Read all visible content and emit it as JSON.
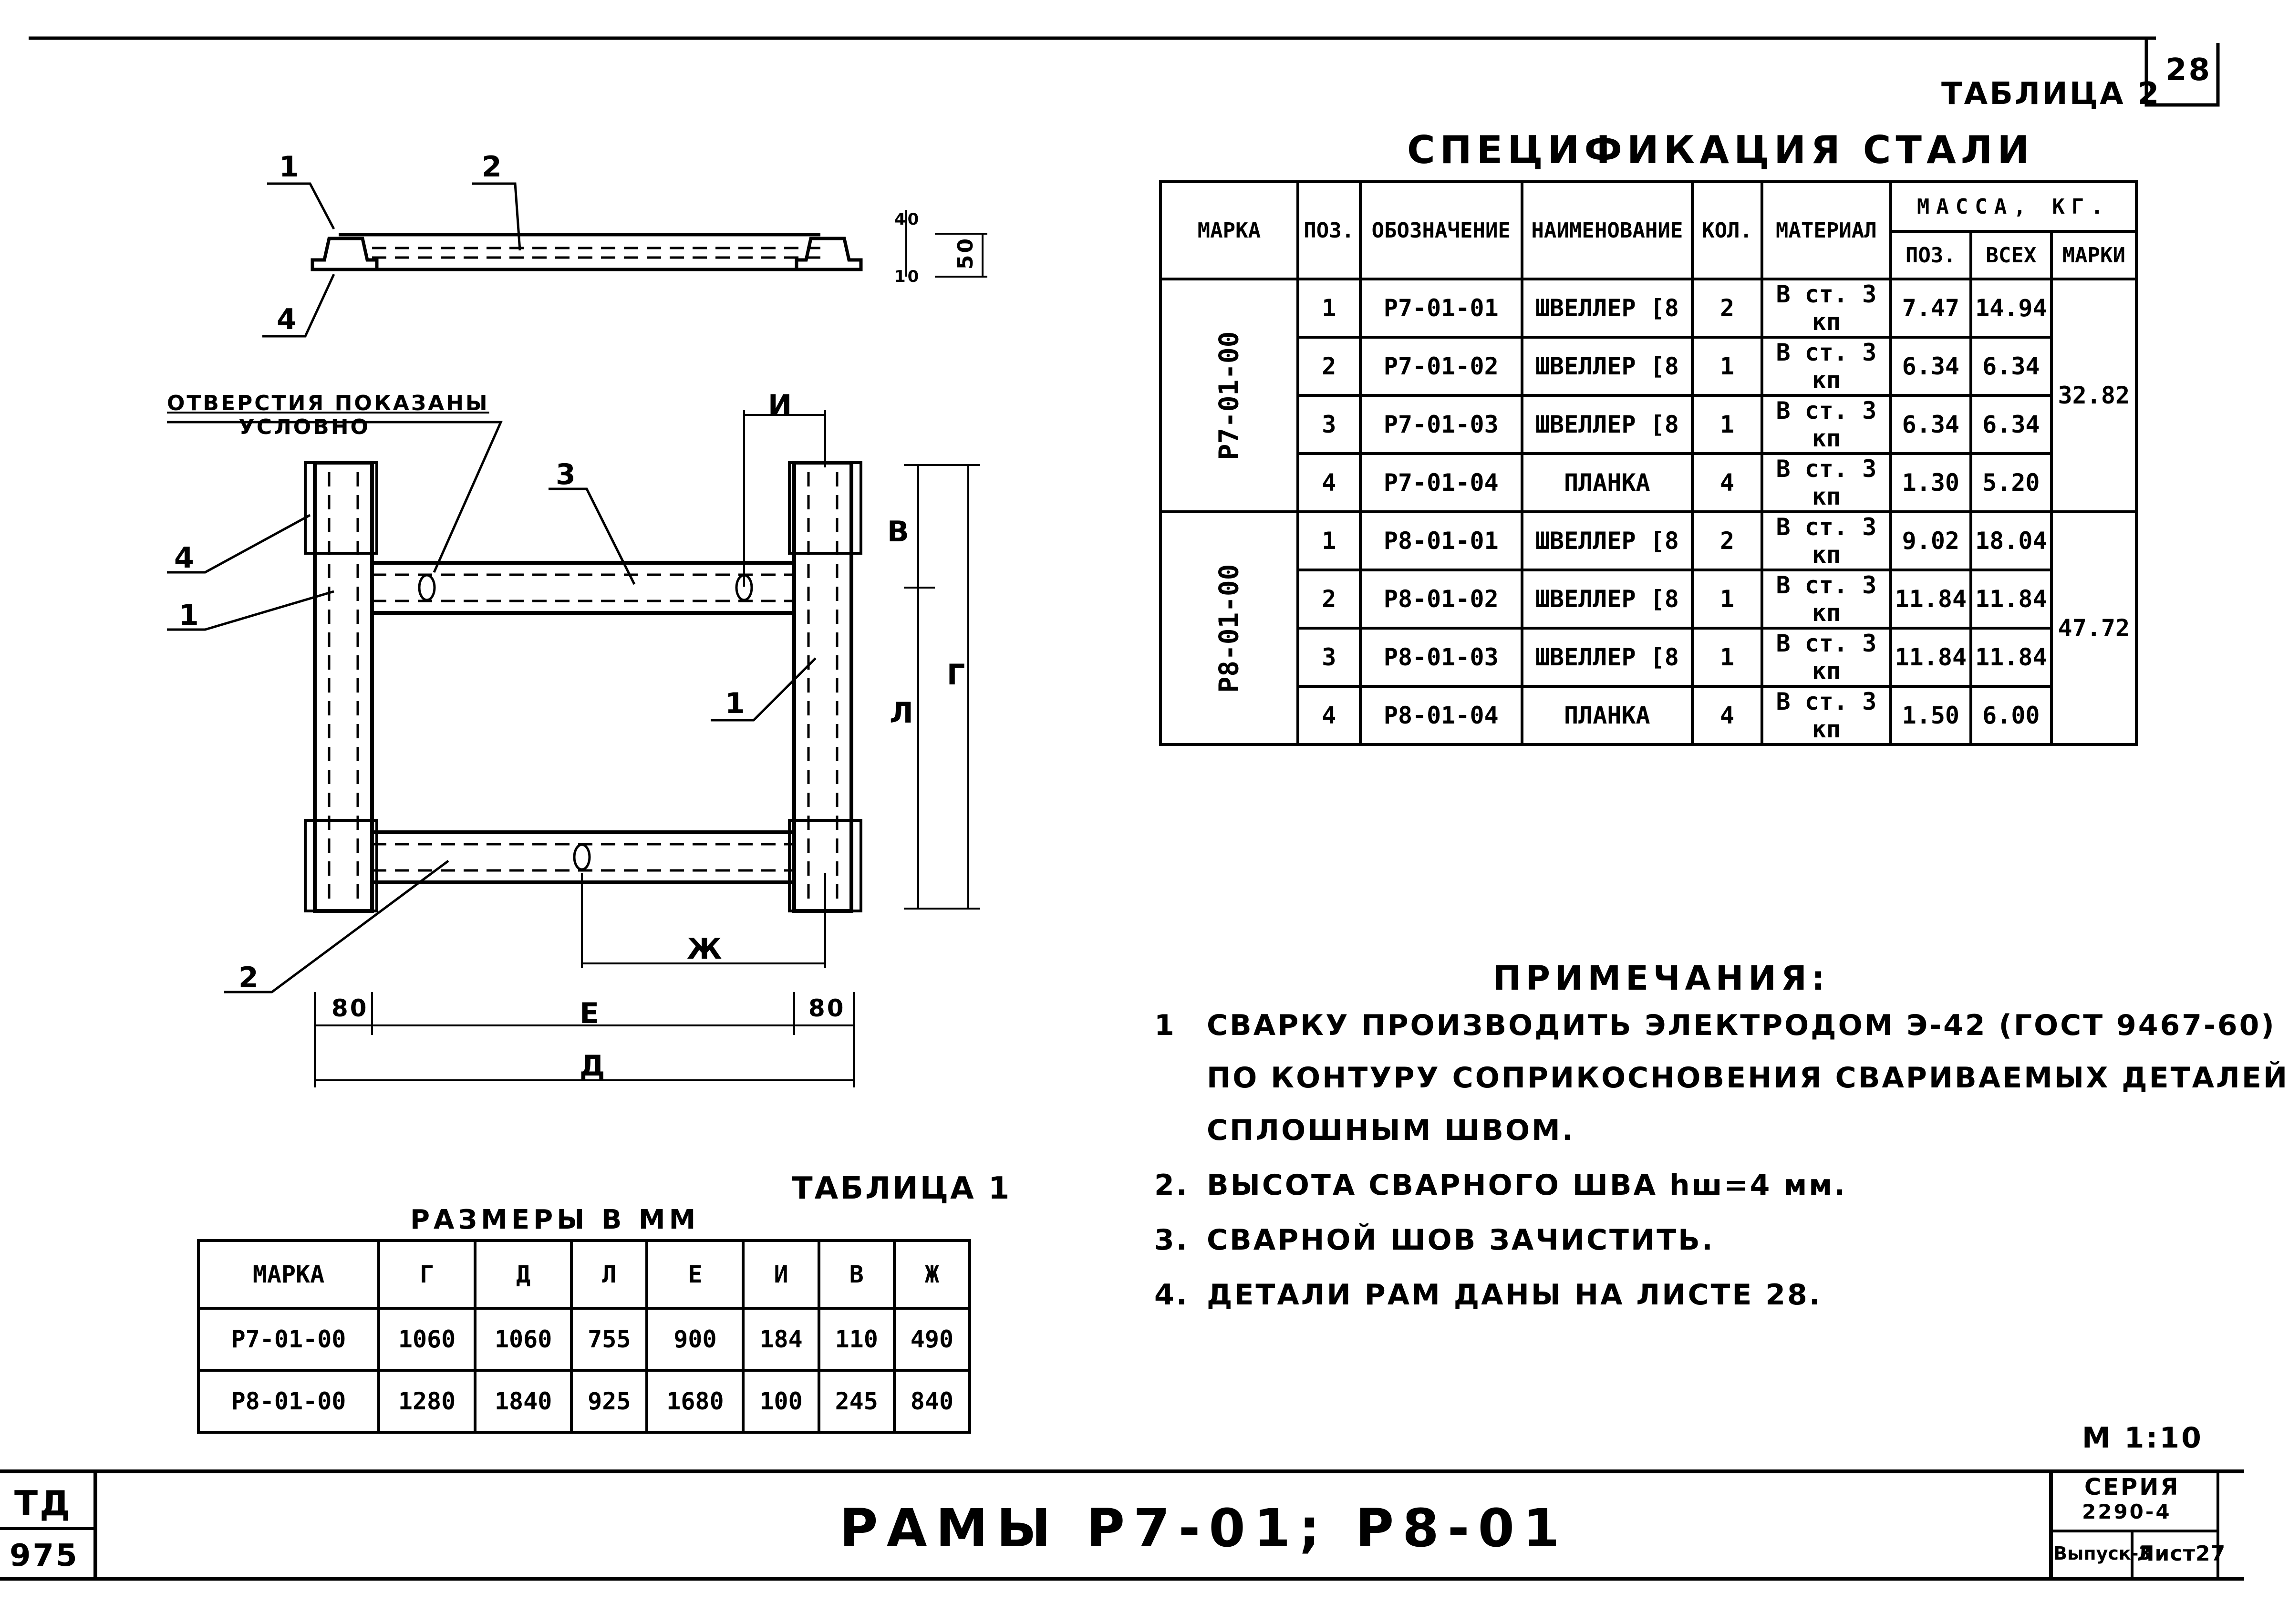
{
  "sheet_number": "28",
  "table2_label": "ТАБЛИЦА 2",
  "spec_title": "СПЕЦИФИКАЦИЯ СТАЛИ",
  "spec": {
    "headers": {
      "mark": "МАРКА",
      "pos": "ПОЗ.",
      "designation": "ОБОЗНАЧЕНИЕ",
      "name": "НАИМЕНОВАНИЕ",
      "qty": "КОЛ.",
      "material": "МАТЕРИАЛ",
      "mass": "МАССА, КГ.",
      "mass_pos": "ПОЗ.",
      "mass_all": "ВСЕХ",
      "mass_mark": "МАРКИ"
    },
    "groups": [
      {
        "mark": "Р7-01-00",
        "mark_mass": "32.82",
        "rows": [
          {
            "pos": "1",
            "designation": "Р7-01-01",
            "name": "ШВЕЛЛЕР [8",
            "qty": "2",
            "material": "В ст. 3 кп",
            "mass_pos": "7.47",
            "mass_all": "14.94"
          },
          {
            "pos": "2",
            "designation": "Р7-01-02",
            "name": "ШВЕЛЛЕР [8",
            "qty": "1",
            "material": "В ст. 3 кп",
            "mass_pos": "6.34",
            "mass_all": "6.34"
          },
          {
            "pos": "3",
            "designation": "Р7-01-03",
            "name": "ШВЕЛЛЕР [8",
            "qty": "1",
            "material": "В ст. 3 кп",
            "mass_pos": "6.34",
            "mass_all": "6.34"
          },
          {
            "pos": "4",
            "designation": "Р7-01-04",
            "name": "ПЛАНКА",
            "qty": "4",
            "material": "В ст. 3 кп",
            "mass_pos": "1.30",
            "mass_all": "5.20"
          }
        ]
      },
      {
        "mark": "Р8-01-00",
        "mark_mass": "47.72",
        "rows": [
          {
            "pos": "1",
            "designation": "Р8-01-01",
            "name": "ШВЕЛЛЕР [8",
            "qty": "2",
            "material": "В ст. 3 кп",
            "mass_pos": "9.02",
            "mass_all": "18.04"
          },
          {
            "pos": "2",
            "designation": "Р8-01-02",
            "name": "ШВЕЛЛЕР [8",
            "qty": "1",
            "material": "В ст. 3 кп",
            "mass_pos": "11.84",
            "mass_all": "11.84"
          },
          {
            "pos": "3",
            "designation": "Р8-01-03",
            "name": "ШВЕЛЛЕР [8",
            "qty": "1",
            "material": "В ст. 3 кп",
            "mass_pos": "11.84",
            "mass_all": "11.84"
          },
          {
            "pos": "4",
            "designation": "Р8-01-04",
            "name": "ПЛАНКА",
            "qty": "4",
            "material": "В ст. 3 кп",
            "mass_pos": "1.50",
            "mass_all": "6.00"
          }
        ]
      }
    ]
  },
  "drawing": {
    "holes_note_line1": "ОТВЕРСТИЯ ПОКАЗАНЫ",
    "holes_note_line2": "УСЛОВНО",
    "callouts": [
      "1",
      "2",
      "3",
      "4"
    ],
    "dim_letters": {
      "I": "И",
      "V": "В",
      "G": "Г",
      "L": "Л",
      "Zh": "Ж",
      "E": "Е",
      "D": "Д"
    },
    "dim_numbers": {
      "left80": "80",
      "right80": "80",
      "h10": "10",
      "h40": "40",
      "h50": "50"
    }
  },
  "notes_title": "ПРИМЕЧАНИЯ:",
  "notes": [
    {
      "num": "1",
      "lines": [
        "СВАРКУ ПРОИЗВОДИТЬ ЭЛЕКТРОДОМ Э-42 (ГОСТ 9467-60)",
        "ПО КОНТУРУ СОПРИКОСНОВЕНИЯ СВАРИВАЕМЫХ ДЕТАЛЕЙ",
        "СПЛОШНЫМ ШВОМ."
      ]
    },
    {
      "num": "2.",
      "lines": [
        "ВЫСОТА СВАРНОГО ШВА hш=4 мм."
      ]
    },
    {
      "num": "3.",
      "lines": [
        "СВАРНОЙ ШОВ ЗАЧИСТИТЬ."
      ]
    },
    {
      "num": "4.",
      "lines": [
        "ДЕТАЛИ РАМ ДАНЫ НА ЛИСТЕ 28."
      ]
    }
  ],
  "table1_label": "ТАБЛИЦА 1",
  "dims_title": "РАЗМЕРЫ В ММ",
  "dims": {
    "headers": [
      "МАРКА",
      "Г",
      "Д",
      "Л",
      "Е",
      "И",
      "В",
      "Ж"
    ],
    "rows": [
      [
        "Р7-01-00",
        "1060",
        "1060",
        "755",
        "900",
        "184",
        "110",
        "490"
      ],
      [
        "Р8-01-00",
        "1280",
        "1840",
        "925",
        "1680",
        "100",
        "245",
        "840"
      ]
    ]
  },
  "scale": "М 1:10",
  "title_block": {
    "title": "РАМЫ Р7-01; Р8-01",
    "left_top": "ТД",
    "left_bottom": "975",
    "series_label": "СЕРИЯ",
    "series_value": "2290-4",
    "issue": "Выпуск-3",
    "sheet": "Лист27"
  }
}
